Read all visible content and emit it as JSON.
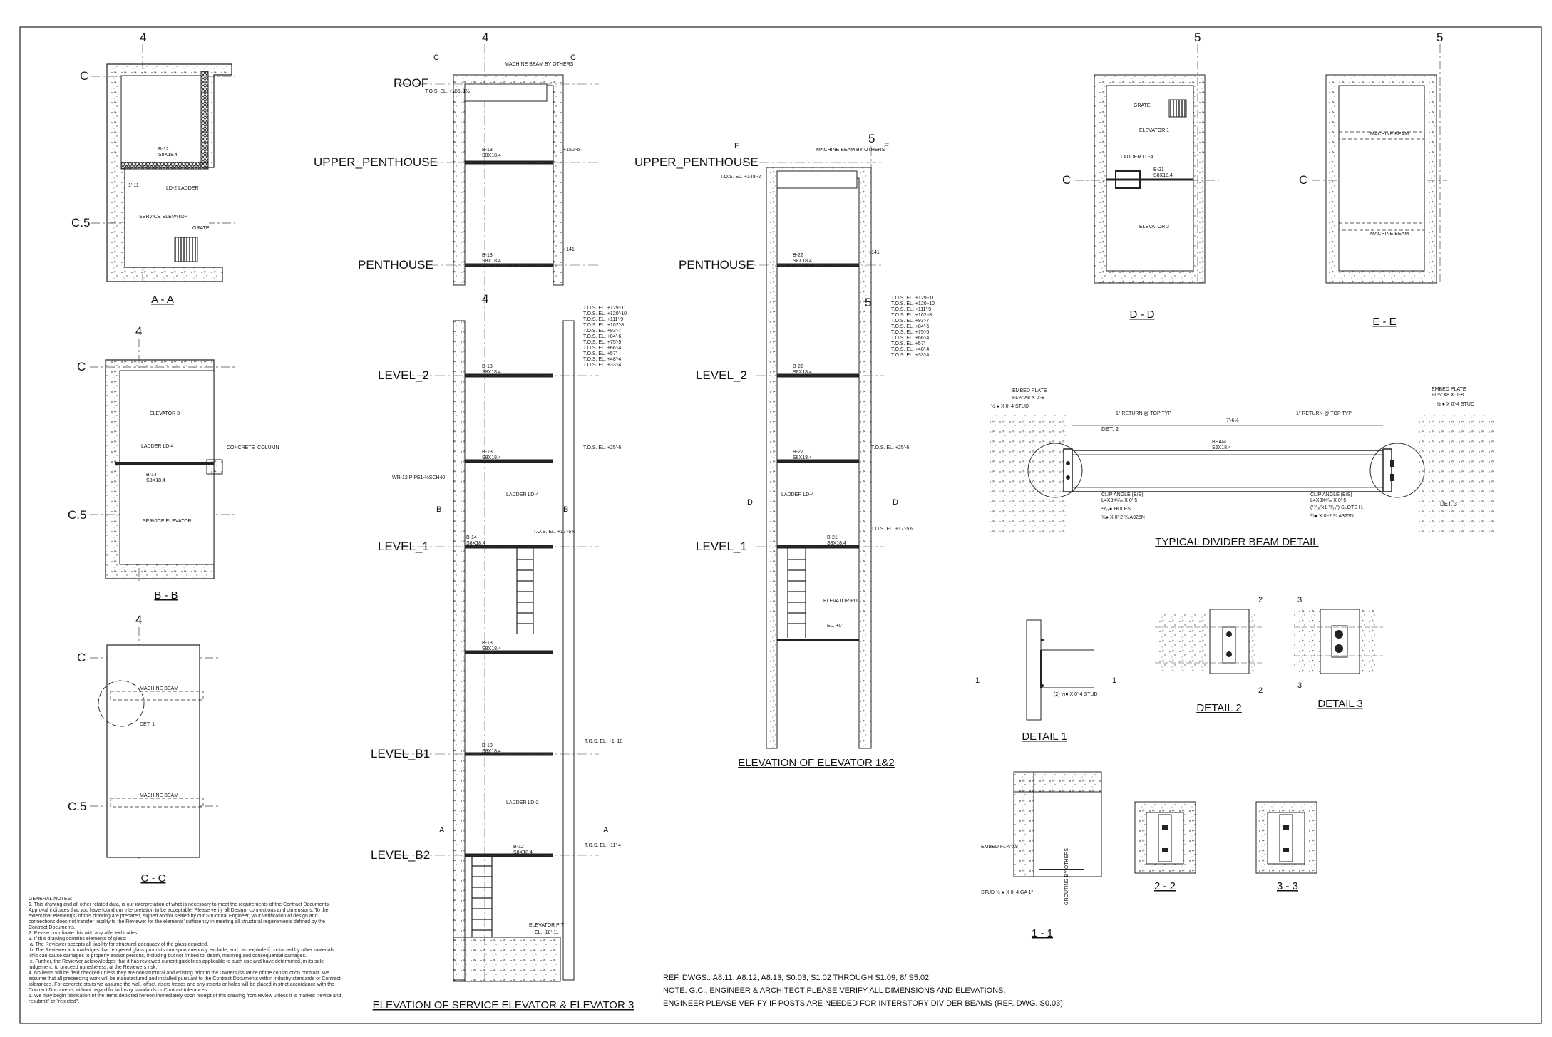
{
  "titles": {
    "section_aa": "A - A",
    "section_bb": "B - B",
    "section_cc": "C - C",
    "section_dd": "D - D",
    "section_ee": "E - E",
    "elev_service": "ELEVATION OF SERVICE ELEVATOR & ELEVATOR 3",
    "elev_12": "ELEVATION OF ELEVATOR 1&2",
    "typ_divider": "TYPICAL DIVIDER BEAM DETAIL",
    "detail1": "DETAIL 1",
    "detail2": "DETAIL 2",
    "detail3": "DETAIL 3",
    "sec11": "1 - 1",
    "sec22": "2 - 2",
    "sec33": "3 - 3"
  },
  "grid": {
    "g4": "4",
    "g5": "5",
    "gC": "C",
    "gC5": "C.5"
  },
  "levels": {
    "roof": "ROOF",
    "upper_penthouse": "UPPER_PENTHOUSE",
    "penthouse": "PENTHOUSE",
    "level2": "LEVEL_2",
    "level1": "LEVEL_1",
    "levelb1": "LEVEL_B1",
    "levelb2": "LEVEL_B2"
  },
  "section_markers": {
    "a": "A",
    "b": "B",
    "c": "C",
    "d": "D",
    "e": "E"
  },
  "labels": {
    "machine_beam_by_others": "MACHINE BEAM BY OTHERS",
    "tos_roof": "T.O.S. EL. +156'-1½",
    "tos_uph": "T.O.S. EL. +148'-2",
    "el_150": "+150'-6",
    "el_141": "+141'",
    "b13": "B-13",
    "s8x184": "S8X18.4",
    "b22": "B-22",
    "b21": "B-21",
    "b14": "B-14",
    "b12": "B-12",
    "tos_25": "T.O.S. EL. +25'-6",
    "tos_17": "T.O.S. EL. +17'-5⅝",
    "tos_1": "T.O.S. EL. +1'-10",
    "tos_11": "T.O.S. EL. -11'-4",
    "el_18": "EL. -18'-11",
    "el_0": "EL. +0'",
    "ladder_ld4": "LADDER LD-4",
    "ladder_ld2": "LADDER LD-2",
    "elevator_pit": "ELEVATOR PIT",
    "wr12": "WR-12 PIPE1-½SCH40",
    "service_elevator": "SERVICE ELEVATOR",
    "grate": "GRATE",
    "elevator1": "ELEVATOR 1",
    "elevator2": "ELEVATOR 2",
    "elevator3": "ELEVATOR 3",
    "machine_beam": "MACHINE BEAM",
    "det1": "DET. 1",
    "det2": "DET. 2",
    "det3": "DET. 3",
    "concrete_column": "CONCRETE_COLUMN",
    "embed_plate": "EMBED PLATE",
    "embed_plate_size": "FL⅜\"X8 X 0'-8",
    "stud": "½ ● X 0'-4 STUD",
    "return_top": "1\" RETURN @ TOP TYP",
    "beam": "BEAM",
    "beam_size": "S6X18.4",
    "beam_len": "7'-6⅛",
    "clip_angle": "CLIP ANGLE (B/S)",
    "clip_size": "L4X3X⁵⁄₁₆ X 0'-5",
    "holes": "¹³⁄₁₆● HOLES",
    "bolts": "¾● X 0'-2 ¼ A325N",
    "slots": "(¹³⁄₁₆\"x1 ¹³⁄₁₆\") SLOTS H.",
    "embed_fl": "EMBED FL⅜\"X8",
    "stud_ga": "STUD ½ ● X 0'-4 GA 1\"",
    "grouting": "GROUTING BY OTHERS",
    "stud2": "(2) ½● X 0'-4 STUD",
    "ld2_short": "LD-2 LADDER",
    "tos_list": [
      "T.O.S. EL. +129'-11",
      "T.O.S. EL. +120'-10",
      "T.O.S. EL. +111'-9",
      "T.O.S. EL. +102'-8",
      "T.O.S. EL. +93'-7",
      "T.O.S. EL. +84'-6",
      "T.O.S. EL. +75'-5",
      "T.O.S. EL. +66'-4",
      "T.O.S. EL. +57'",
      "T.O.S. EL. +48'-4",
      "T.O.S. EL. +33'-4"
    ]
  },
  "notes": {
    "heading": "GENERAL NOTES:",
    "items": [
      "1. This drawing and all other related data, is our interpretation of what is necessary to meet the requirements of the Contract Documents. Approval indicates that you have found our interpretation to be acceptable. Please verify all Design, connections and dimensions. To the extent that element(s) of this drawing are prepared, signed and/or sealed by our Structural Engineer, your verification of design and connections does not transfer liability to the Reviewer for the elements' sufficiency in meeting all structural requirements defined by the Contract Documents.",
      "2. Please coordinate this with any affected trades.",
      "3. If this drawing contains elements of glass:\n a. The Reviewer accepts all liability for structural adequacy of the glass depicted.\n b. The Reviewer acknowledges that tempered glass products can spontaneously explode, and can explode if contacted by other materials. This can cause damages to property and/or persons, including but not limited to, death, maiming and consequential damages.\n c. Further, the Reviewer acknowledges that it has reviewed current guidelines applicable to such use and have determined, in its sole judgement, to proceed nonetheless, at the Reviewers risk.",
      "4. No items will be field checked unless they are nonstructural and existing prior to the Owners issuance of the construction contract. We assume that all preceeding work will be manufactured and installed pursuant to the Contract Documents within industry standards or Contract tolerances. For concrete stairs we assume the wall, offset, risers treads and any inserts or holes will be placed in strict accordance with the Contract Documents without regard for industry standards or Contract tolerances.",
      "5. We may begin fabrication of the items depicted hereon immediately upon receipt of this drawing from review unless it is marked \"revise and resubmit\" or \"rejected\"."
    ]
  },
  "refs": {
    "ref_dwgs": "REF. DWGS.: A8.11, A8.12, A8.13, S0.03, S1.02 THROUGH S1.09, 8/ S5.02",
    "note": "NOTE: G.C., ENGINEER & ARCHITECT PLEASE VERIFY ALL DIMENSIONS AND ELEVATIONS.",
    "engineer": "ENGINEER PLEASE VERIFY IF POSTS ARE NEEDED FOR INTERSTORY DIVIDER BEAMS (REF. DWG. S0.03)."
  }
}
